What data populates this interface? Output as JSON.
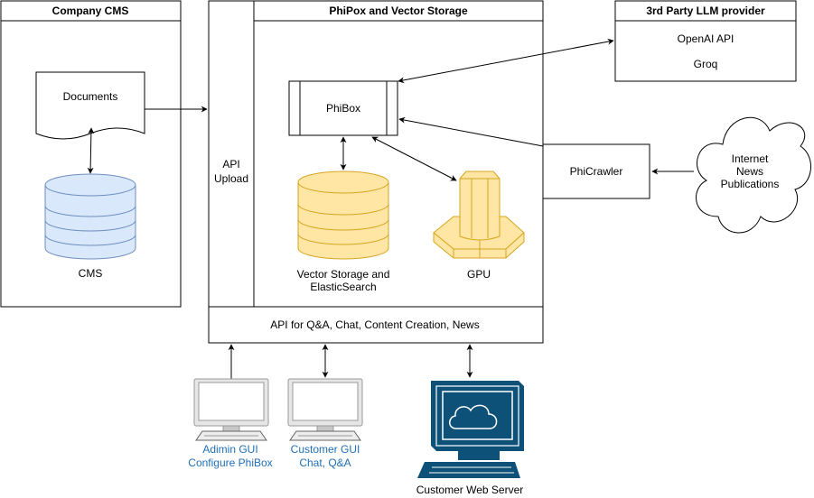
{
  "colors": {
    "line": "#000000",
    "db_fill": "#dae8fc",
    "db_stroke": "#6c8ebf",
    "storage_fill": "#ffe6a5",
    "storage_stroke": "#d6a520",
    "label_blue": "#1f6fb5",
    "computer_blue": "#0d5178"
  },
  "cms_panel": {
    "title": "Company CMS",
    "documents_label": "Documents",
    "cms_label": "CMS"
  },
  "phibox_panel": {
    "title": "PhiPox and Vector Storage",
    "api_upload_line1": "API",
    "api_upload_line2": "Upload",
    "phibox_label": "PhiBox",
    "storage_line1": "Vector Storage and",
    "storage_line2": "ElasticSearch",
    "gpu_label": "GPU",
    "api_bar_label": "API for Q&A, Chat, Content Creation, News"
  },
  "llm_panel": {
    "title": "3rd Party LLM provider",
    "provider1": "OpenAI API",
    "provider2": "Groq"
  },
  "crawler": {
    "label": "PhiCrawler"
  },
  "cloud": {
    "line1": "Internet",
    "line2": "News",
    "line3": "Publications"
  },
  "clients": {
    "admin_line1": "Adimin GUI",
    "admin_line2": "Configure PhiBox",
    "customer_line1": "Customer GUI",
    "customer_line2": "Chat, Q&A",
    "web_server": "Customer Web Server"
  },
  "icons": [
    "document-icon",
    "database-icon",
    "storage-cylinder-icon",
    "gpu-icon",
    "monitor-icon",
    "web-server-computer-icon",
    "cloud-icon"
  ]
}
